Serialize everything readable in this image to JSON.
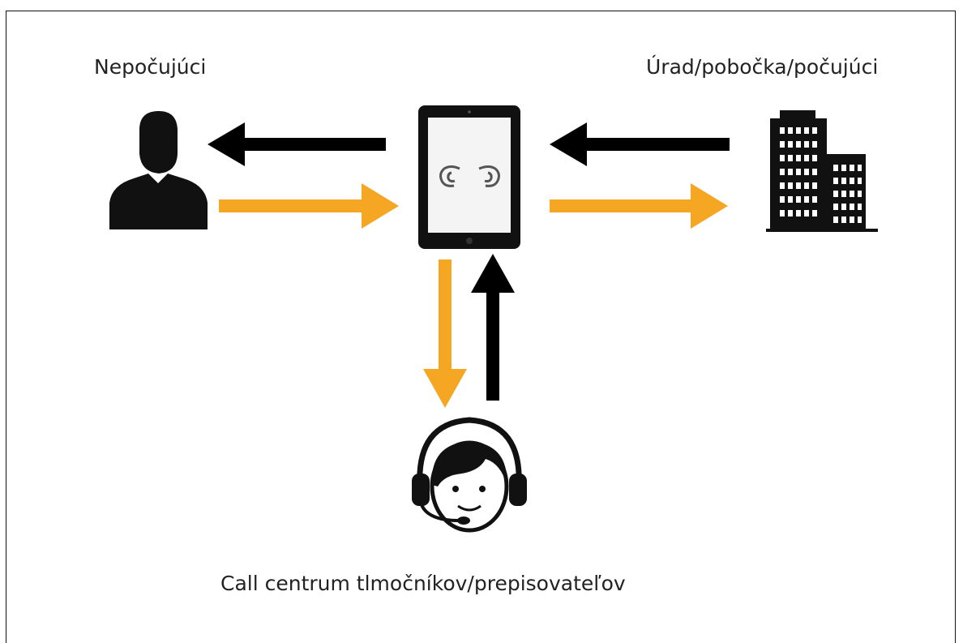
{
  "labels": {
    "deaf_user": "Nepočujúci",
    "office": "Úrad/pobočka/počujúci",
    "call_center": "Call centrum tlmočníkov/prepisovateľov"
  },
  "colors": {
    "outgoing_arrow": "#f5a623",
    "incoming_arrow": "#000000",
    "icon": "#111111",
    "text": "#222222"
  },
  "icons": {
    "deaf_user": "person-icon",
    "tablet": "tablet-icon",
    "app_logo": "app-logo-icon",
    "office": "office-building-icon",
    "call_center": "headset-operator-icon"
  }
}
